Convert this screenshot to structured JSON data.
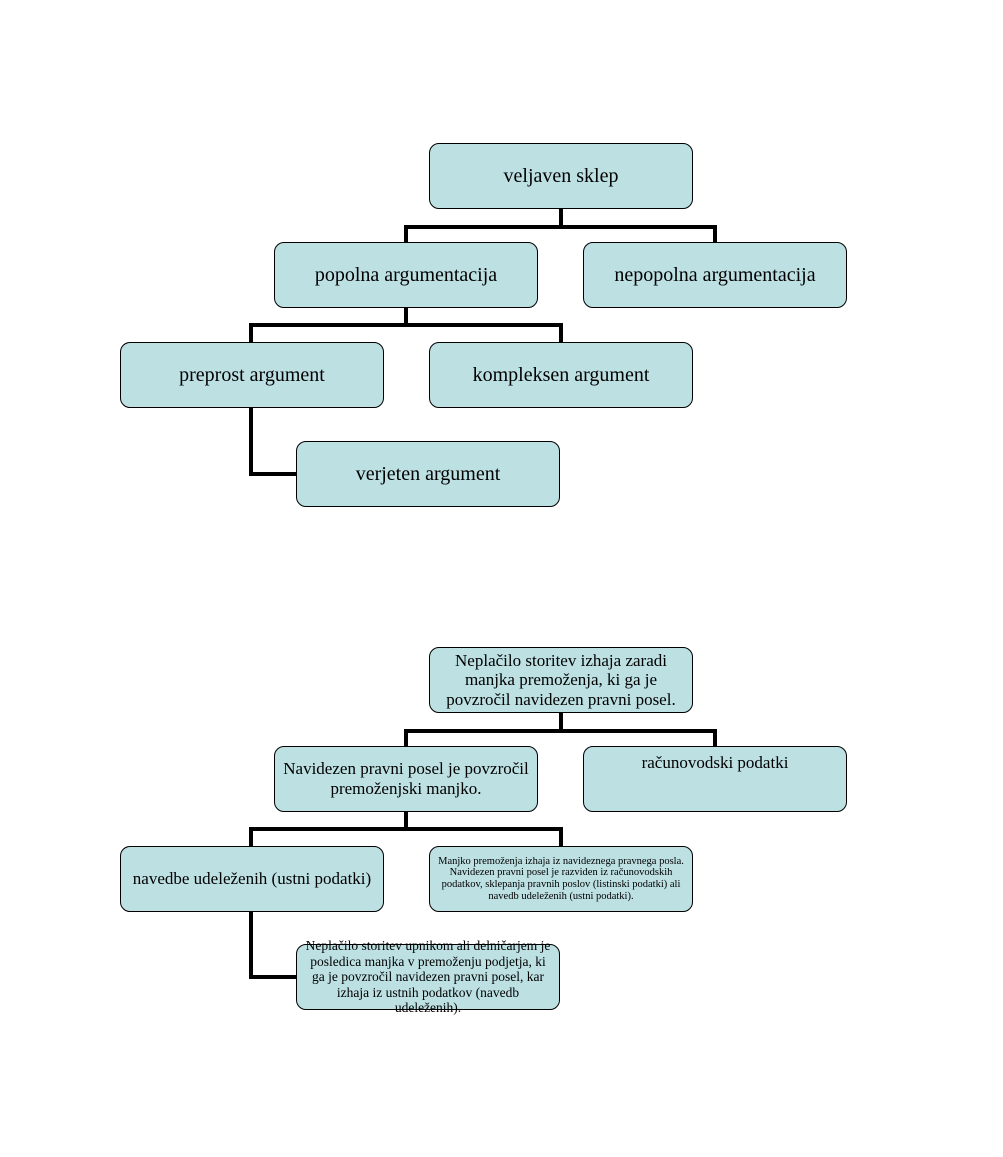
{
  "diagrams": [
    {
      "nodes": {
        "root": "veljaven sklep",
        "full": "popolna argumentacija",
        "incomplete": "nepopolna argumentacija",
        "simple": "preprost argument",
        "complex": "kompleksen argument",
        "probable": "verjeten argument"
      },
      "edges": [
        [
          "root",
          "full"
        ],
        [
          "root",
          "incomplete"
        ],
        [
          "full",
          "simple"
        ],
        [
          "full",
          "complex"
        ],
        [
          "simple",
          "probable"
        ]
      ]
    },
    {
      "nodes": {
        "root": "Neplačilo storitev izhaja zaradi manjka premoženja, ki ga je povzročil navidezen pravni posel.",
        "full": "Navidezen pravni posel je povzročil premoženjski manjko.",
        "incomplete": "računovodski podatki",
        "simple": "navedbe udeleženih (ustni podatki)",
        "complex": "Manjko premoženja izhaja iz navideznega pravnega posla. Navidezen pravni posel je razviden iz računovodskih podatkov, sklepanja pravnih poslov (listinski podatki) ali navedb udeleženih (ustni podatki).",
        "probable": "Neplačilo storitev upnikom ali delničarjem je posledica manjka v premoženju podjetja, ki ga je povzročil navidezen pravni posel, kar izhaja iz ustnih podatkov (navedb udeleženih)."
      },
      "edges": [
        [
          "root",
          "full"
        ],
        [
          "root",
          "incomplete"
        ],
        [
          "full",
          "simple"
        ],
        [
          "full",
          "complex"
        ],
        [
          "simple",
          "probable"
        ]
      ]
    }
  ],
  "colors": {
    "node_fill": "#bde0e3",
    "node_border": "#000000",
    "connector": "#000000"
  }
}
